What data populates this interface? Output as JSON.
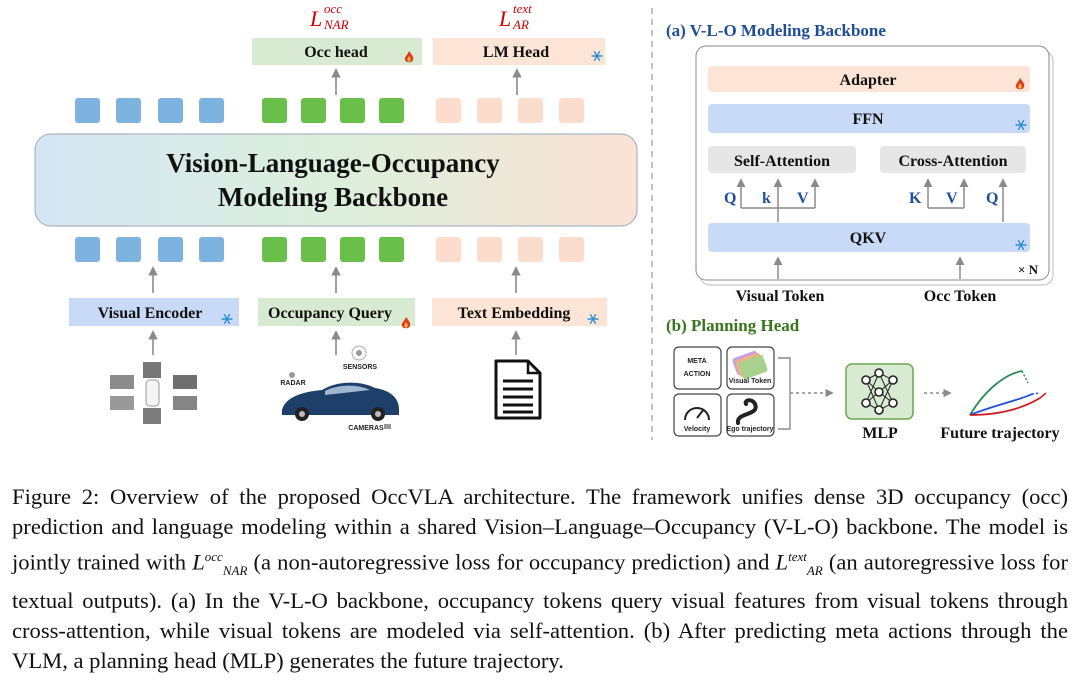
{
  "loss_occ": {
    "main": "L",
    "sup": "occ",
    "sub": "NAR"
  },
  "loss_text": {
    "main": "L",
    "sup": "text",
    "sub": "AR"
  },
  "heads": {
    "occ": "Occ head",
    "lm": "LM Head"
  },
  "backbone": {
    "line1": "Vision-Language-Occupancy",
    "line2": "Modeling Backbone"
  },
  "inputs": {
    "visual": "Visual Encoder",
    "occupancy": "Occupancy Query",
    "text": "Text Embedding"
  },
  "sensor_labels": {
    "sensors": "SENSORS",
    "radar": "RADAR",
    "cameras": "CAMERAS"
  },
  "panel_a": {
    "title": "(a) V-L-O Modeling Backbone",
    "adapter": "Adapter",
    "ffn": "FFN",
    "self_attention": "Self-Attention",
    "cross_attention": "Cross-Attention",
    "self_qkv": [
      "Q",
      "k",
      "V"
    ],
    "cross_qkv": [
      "K",
      "V",
      "Q"
    ],
    "qkv": "QKV",
    "repeat": "× N",
    "visual_token": "Visual Token",
    "occ_token": "Occ Token"
  },
  "panel_b": {
    "title": "(b) Planning Head",
    "meta_line1": "META",
    "meta_line2": "ACTION",
    "visual_token": "Visual Token",
    "velocity": "Velocity",
    "ego_trajectory": "Ego trajectory",
    "mlp": "MLP",
    "future": "Future trajectory"
  },
  "caption": {
    "p1": "Figure 2: Overview of the proposed OccVLA architecture. The framework unifies dense 3D occupancy (occ) prediction and language modeling within a shared Vision–Language–Occupancy (V-L-O) backbone. The model is jointly trained with ",
    "p2": " (a non-autoregressive loss for occupancy prediction) and ",
    "p3": " (an autoregressive loss for textual outputs). (a) In the V-L-O backbone, occupancy tokens query visual features from visual tokens through cross-attention, while visual tokens are modeled via self-attention. (b) After predicting meta actions through the VLM, a planning head (MLP) generates the future trajectory."
  },
  "colors": {
    "visual_token": "#6fa8dc",
    "occ_token": "#6abf4b",
    "text_token": "#fcd9c8",
    "blue_box": "#c9daf8",
    "green_box": "#d9ead3",
    "orange_box": "#fce5d6",
    "gray_box": "#e6e6e6",
    "green_title": "#38761d",
    "blue_title": "#1f4e99",
    "loss_red": "#cc0000"
  },
  "icons": [
    "flame-icon",
    "snowflake-icon",
    "camera-grid-icon",
    "car-icon",
    "document-icon",
    "gauge-icon",
    "road-icon",
    "neural-net-icon",
    "trajectory-icon"
  ]
}
